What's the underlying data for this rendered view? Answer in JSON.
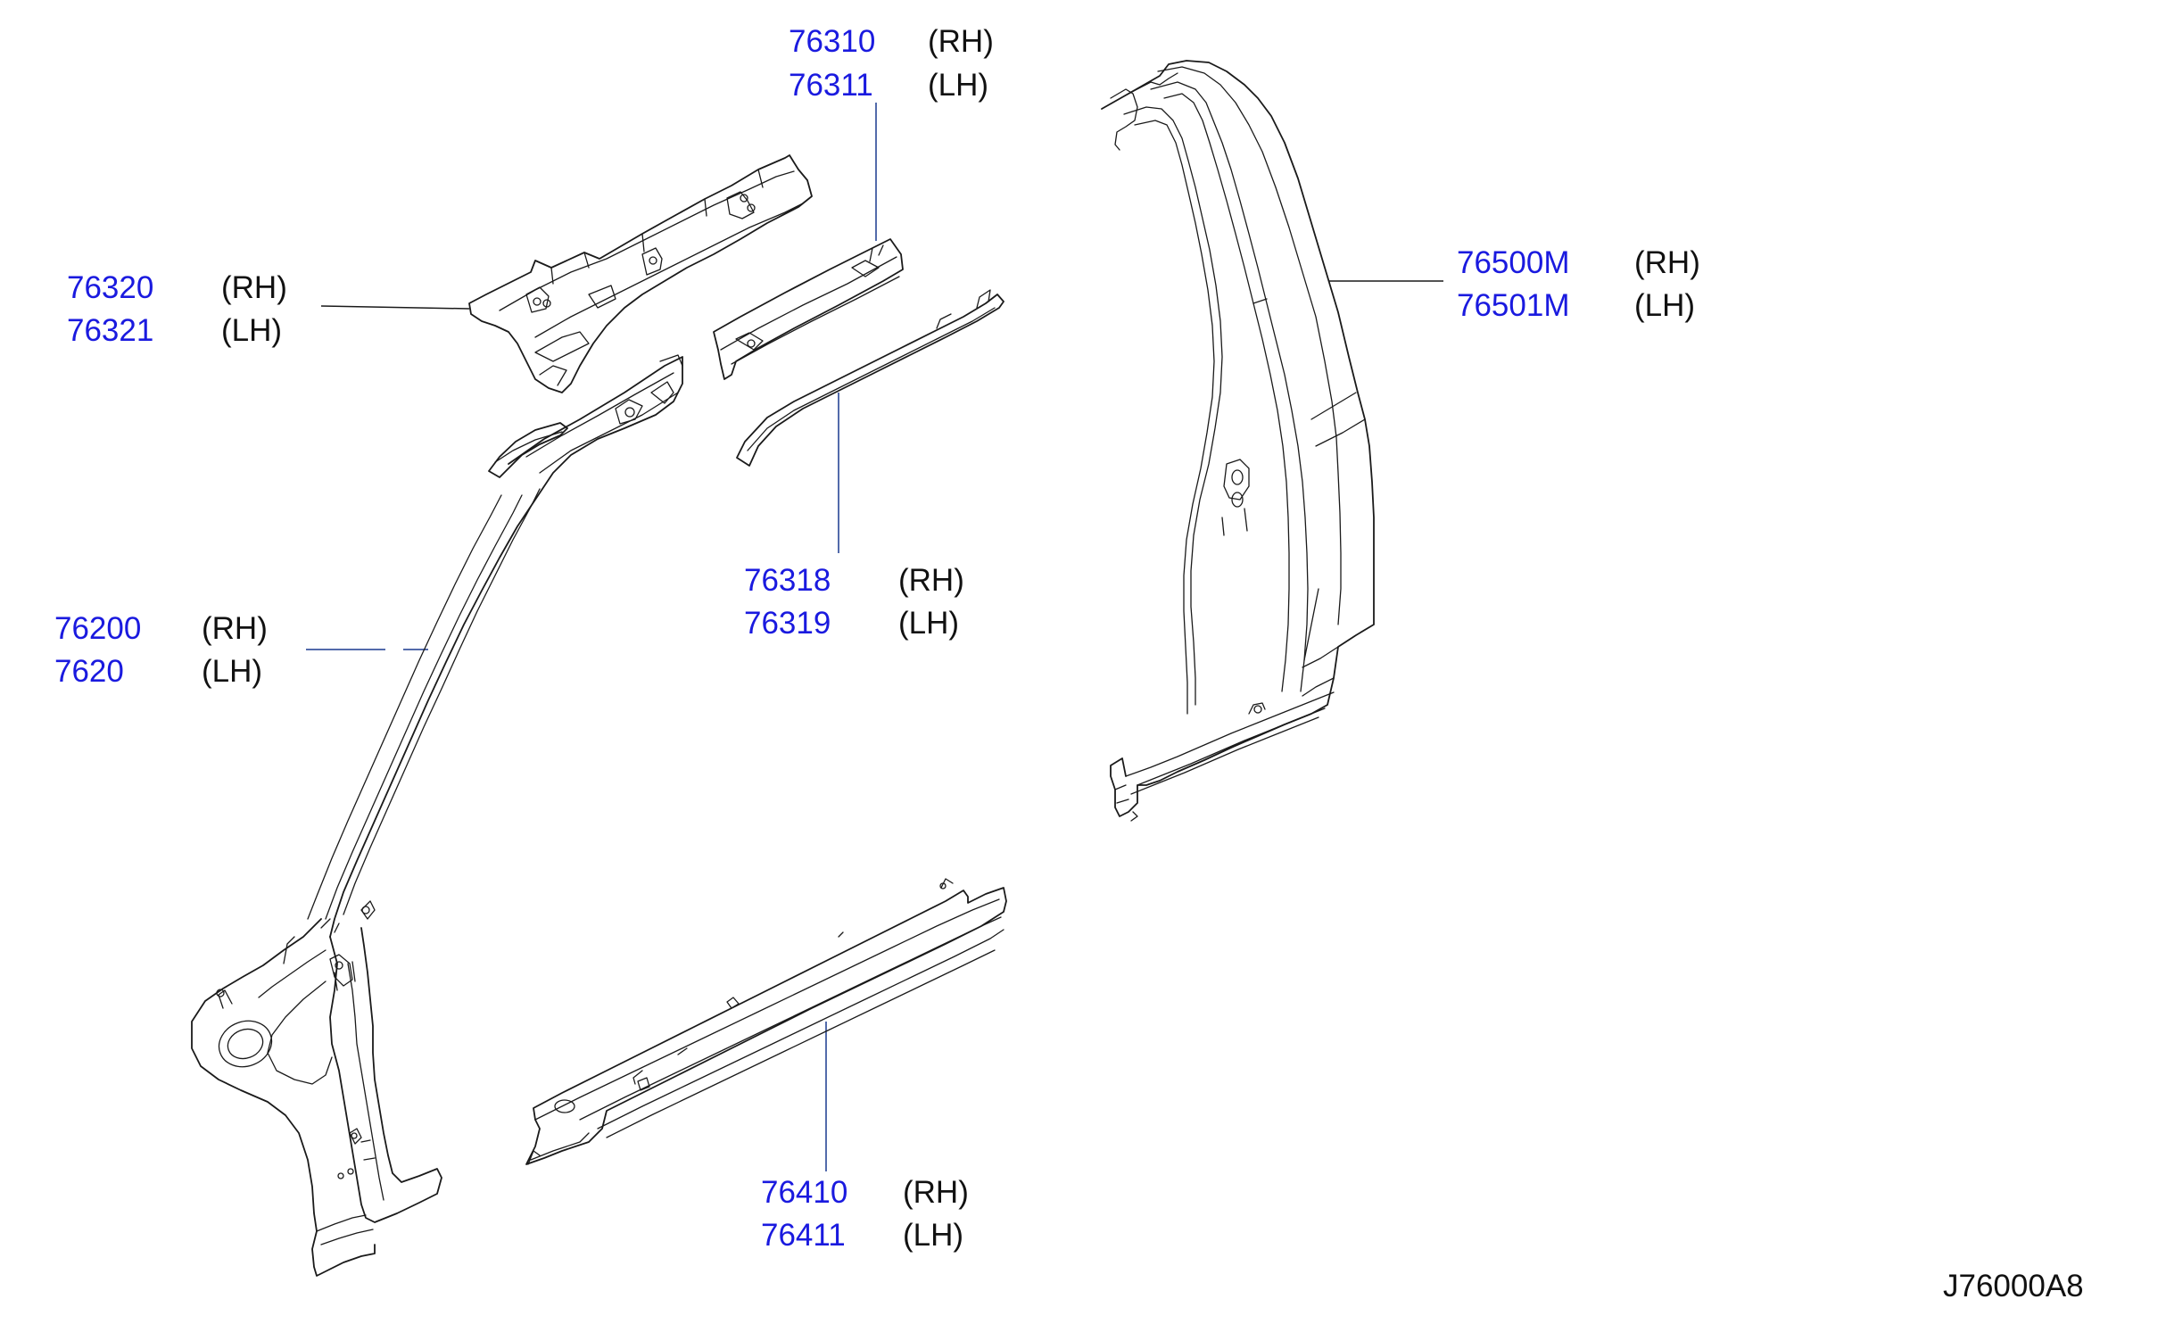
{
  "callouts": [
    {
      "id": "c1",
      "part_a": "76310",
      "part_b": "76311",
      "side_a": "(RH)",
      "side_b": "(LH)"
    },
    {
      "id": "c2",
      "part_a": "76320",
      "part_b": "76321",
      "side_a": "(RH)",
      "side_b": "(LH)"
    },
    {
      "id": "c3",
      "part_a": "76500M",
      "part_b": "76501M",
      "side_a": "(RH)",
      "side_b": "(LH)"
    },
    {
      "id": "c4",
      "part_a": "76318",
      "part_b": "76319",
      "side_a": "(RH)",
      "side_b": "(LH)"
    },
    {
      "id": "c5",
      "part_a": "76200",
      "part_b": "7620",
      "side_a": "(RH)",
      "side_b": "(LH)"
    },
    {
      "id": "c6",
      "part_a": "76410",
      "part_b": "76411",
      "side_a": "(RH)",
      "side_b": "(LH)"
    }
  ],
  "figure_id": "J76000A8",
  "colors": {
    "part_number": "#1a1adf",
    "text": "#111111",
    "lines": "#1a1a1a"
  },
  "parts": [
    {
      "name": "front-pillar-upper-reinforcement",
      "numbers": [
        "76320",
        "76321"
      ]
    },
    {
      "name": "roof-side-rail-inner",
      "numbers": [
        "76310",
        "76311"
      ]
    },
    {
      "name": "roof-side-rail-reinforcement",
      "numbers": [
        "76318",
        "76319"
      ]
    },
    {
      "name": "front-pillar-body-side-outer",
      "numbers": [
        "76200",
        "7620"
      ]
    },
    {
      "name": "sill-outer",
      "numbers": [
        "76410",
        "76411"
      ]
    },
    {
      "name": "center-pillar",
      "numbers": [
        "76500M",
        "76501M"
      ]
    }
  ]
}
